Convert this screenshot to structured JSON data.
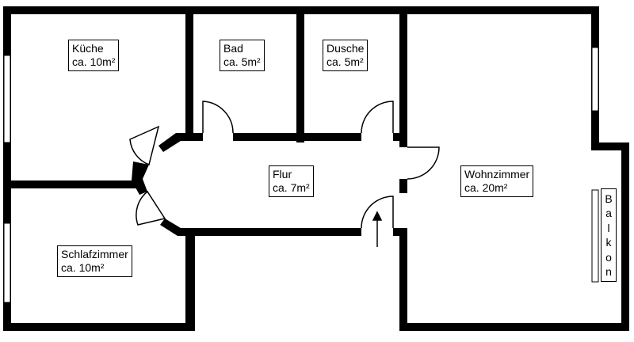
{
  "rooms": [
    {
      "id": "kueche",
      "name": "Küche",
      "area": "ca. 10m²"
    },
    {
      "id": "bad",
      "name": "Bad",
      "area": "ca. 5m²"
    },
    {
      "id": "dusche",
      "name": "Dusche",
      "area": "ca. 5m²"
    },
    {
      "id": "flur",
      "name": "Flur",
      "area": "ca. 7m²"
    },
    {
      "id": "wohnzimmer",
      "name": "Wohnzimmer",
      "area": "ca. 20m²"
    },
    {
      "id": "schlafzimmer",
      "name": "Schlafzimmer",
      "area": "ca. 10m²"
    }
  ],
  "balkon": {
    "letters": [
      "B",
      "a",
      "l",
      "k",
      "o",
      "n"
    ]
  },
  "colors": {
    "wall": "#000000",
    "background": "#ffffff"
  }
}
